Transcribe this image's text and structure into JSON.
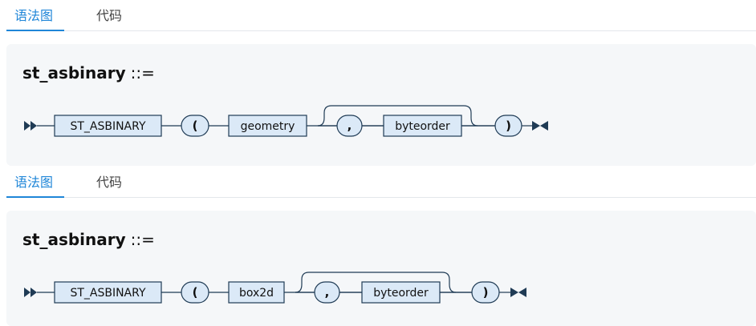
{
  "blocks": [
    {
      "tabs": [
        {
          "label": "语法图",
          "active": true
        },
        {
          "label": "代码",
          "active": false
        }
      ],
      "rule_name": "st_asbinary",
      "rule_operator": "::=",
      "nodes": {
        "keyword": "ST_ASBINARY",
        "open_paren": "(",
        "argument": "geometry",
        "comma": ",",
        "optional_arg": "byteorder",
        "close_paren": ")"
      }
    },
    {
      "tabs": [
        {
          "label": "语法图",
          "active": true
        },
        {
          "label": "代码",
          "active": false
        }
      ],
      "rule_name": "st_asbinary",
      "rule_operator": "::=",
      "nodes": {
        "keyword": "ST_ASBINARY",
        "open_paren": "(",
        "argument": "box2d",
        "comma": ",",
        "optional_arg": "byteorder",
        "close_paren": ")"
      }
    }
  ],
  "colors": {
    "accent": "#1f86d8",
    "panel_bg": "#f5f7f9",
    "node_fill": "#dbe9f7",
    "node_stroke": "#1f3b55",
    "line": "#1f3b55"
  }
}
